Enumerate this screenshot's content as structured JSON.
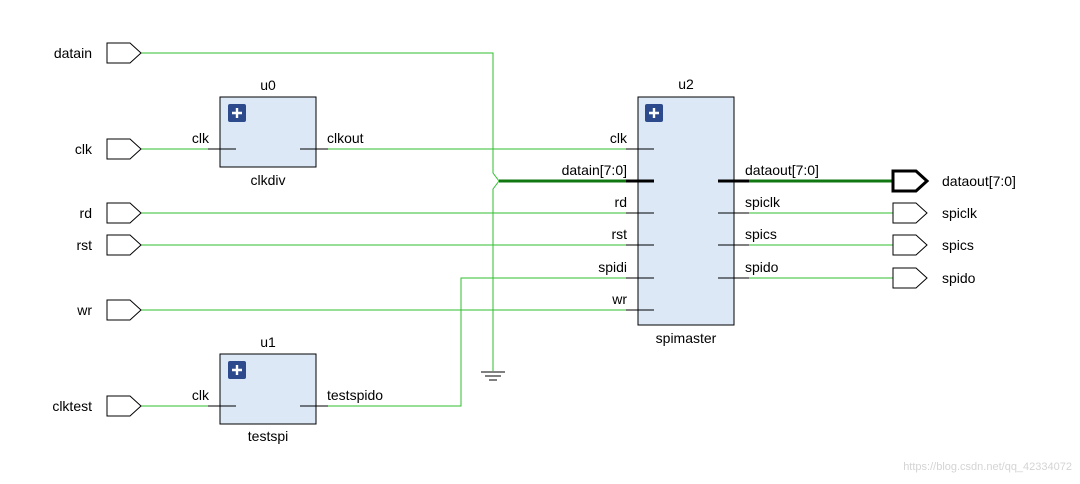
{
  "colors": {
    "wire": "#2fbf2f",
    "bus": "#117711",
    "cell_fill": "#dde8f6",
    "cell_border": "#000000",
    "expand_button": "#2d4a8c"
  },
  "ports": {
    "inputs": [
      "datain",
      "clk",
      "rd",
      "rst",
      "wr",
      "clktest"
    ],
    "outputs": [
      "dataout[7:0]",
      "spiclk",
      "spics",
      "spido"
    ]
  },
  "cells": {
    "u0": {
      "instance": "u0",
      "module": "clkdiv",
      "pins_in": [
        "clk"
      ],
      "pins_out": [
        "clkout"
      ],
      "expand_icon": "plus-icon"
    },
    "u1": {
      "instance": "u1",
      "module": "testspi",
      "pins_in": [
        "clk"
      ],
      "pins_out": [
        "testspido"
      ],
      "expand_icon": "plus-icon"
    },
    "u2": {
      "instance": "u2",
      "module": "spimaster",
      "pins_in": [
        "clk",
        "datain[7:0]",
        "rd",
        "rst",
        "spidi",
        "wr"
      ],
      "pins_out": [
        "dataout[7:0]",
        "spiclk",
        "spics",
        "spido"
      ],
      "expand_icon": "plus-icon"
    }
  },
  "ground_icon": "ground-icon",
  "watermark": "https://blog.csdn.net/qq_42334072"
}
